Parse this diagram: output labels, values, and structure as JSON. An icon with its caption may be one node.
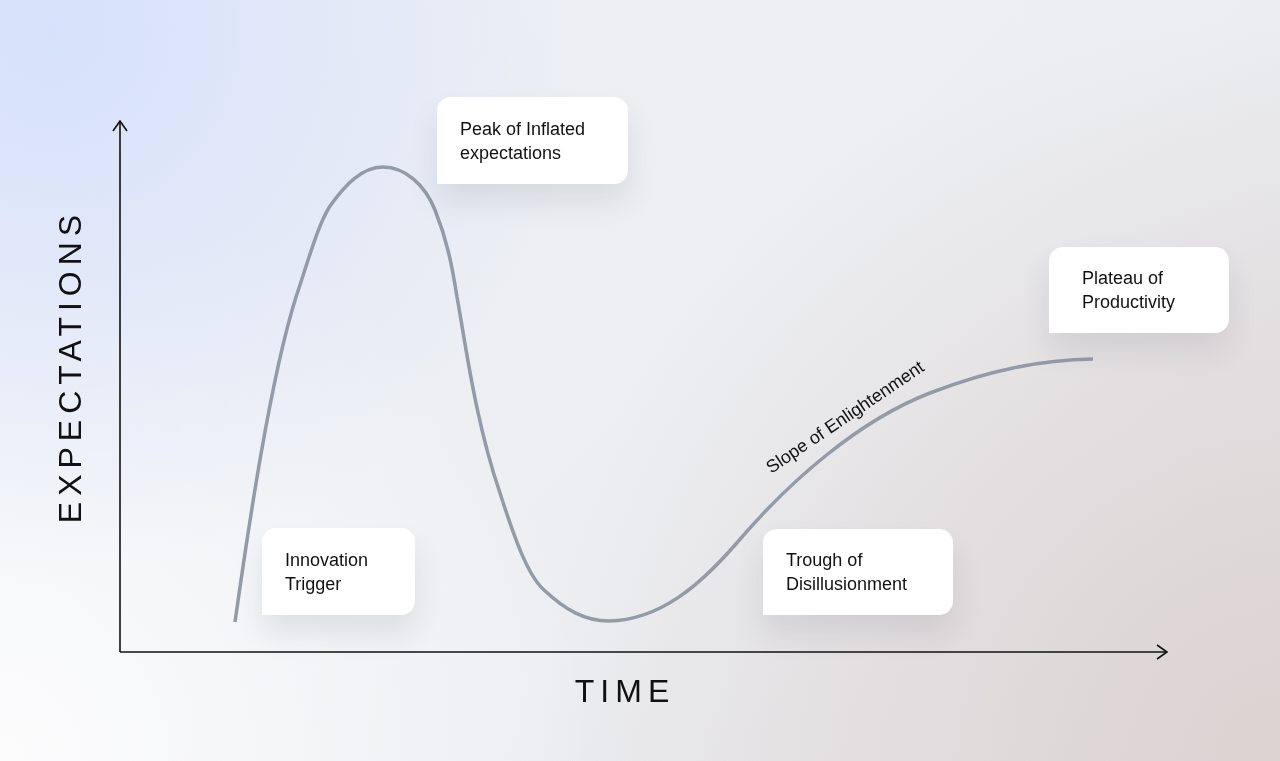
{
  "diagram": {
    "nodes": [
      {
        "text": [
          "Peak of Inflated expectations"
        ]
      },
      {
        "text": [
          "Plateau of Productivity"
        ]
      },
      {
        "text": [
          "Innovation Trigger"
        ]
      },
      {
        "text": [
          "Trough of Disillusionment"
        ]
      }
    ],
    "labels": [
      "EXPECTATIONS",
      "Slope of Enlightenment",
      "TIME"
    ]
  }
}
